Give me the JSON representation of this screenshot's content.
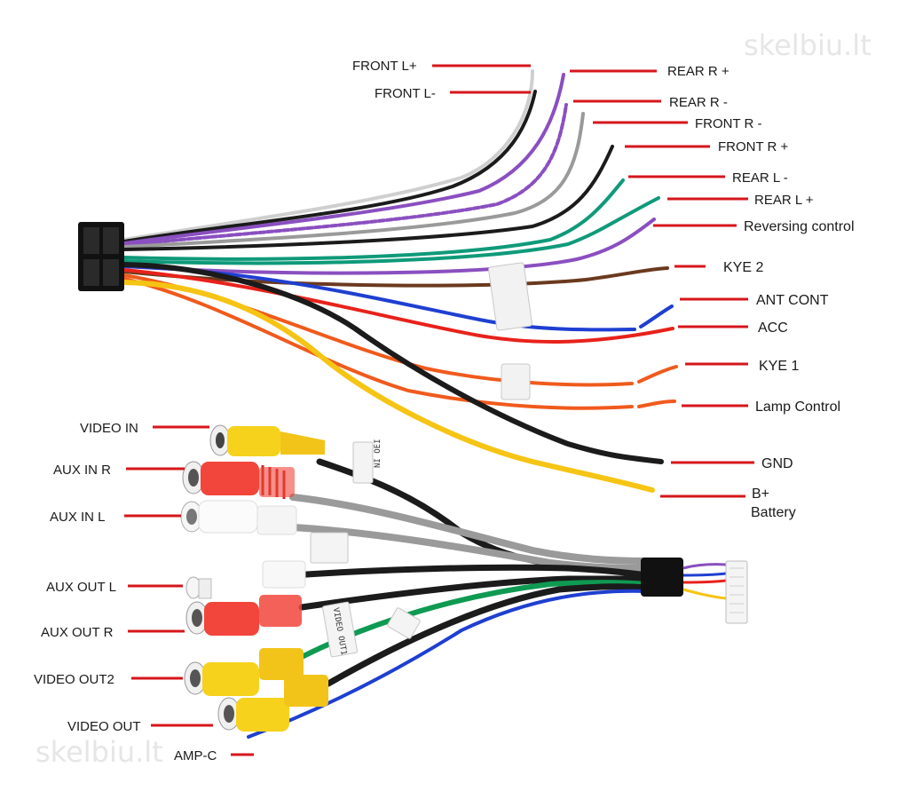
{
  "watermark": "skelbiu.lt",
  "colors": {
    "leader": "#d6161b",
    "red": "#e8221b",
    "yellow": "#f6c414",
    "black": "#1b1b1b",
    "blue": "#1f3fd1",
    "orange": "#f05a1c",
    "brown": "#6b3a1e",
    "purple": "#8a4fc0",
    "green": "#0f9a7a",
    "grey": "#8c8c8c",
    "white": "#e9e9e9"
  },
  "labels_right": [
    {
      "id": "front-l-plus",
      "text": "FRONT L+"
    },
    {
      "id": "front-l-minus",
      "text": "FRONT L-"
    },
    {
      "id": "rear-r-plus",
      "text": "REAR R +"
    },
    {
      "id": "rear-r-minus",
      "text": "REAR R -"
    },
    {
      "id": "front-r-minus",
      "text": "FRONT R -"
    },
    {
      "id": "front-r-plus",
      "text": "FRONT R +"
    },
    {
      "id": "rear-l-minus",
      "text": "REAR L -"
    },
    {
      "id": "rear-l-plus",
      "text": "REAR L +"
    },
    {
      "id": "reversing-control",
      "text": "Reversing control"
    },
    {
      "id": "kye-2",
      "text": "KYE 2"
    },
    {
      "id": "ant-cont",
      "text": "ANT CONT"
    },
    {
      "id": "acc",
      "text": "ACC"
    },
    {
      "id": "kye-1",
      "text": "KYE 1"
    },
    {
      "id": "lamp-control",
      "text": "Lamp Control"
    },
    {
      "id": "gnd",
      "text": "GND"
    },
    {
      "id": "b-plus",
      "text": "B+"
    },
    {
      "id": "battery",
      "text": "Battery"
    }
  ],
  "labels_left": [
    {
      "id": "video-in",
      "text": "VIDEO IN"
    },
    {
      "id": "aux-in-r",
      "text": "AUX IN R"
    },
    {
      "id": "aux-in-l",
      "text": "AUX  IN L"
    },
    {
      "id": "aux-out-l",
      "text": "AUX OUT L"
    },
    {
      "id": "aux-out-r",
      "text": "AUX OUT R"
    },
    {
      "id": "video-out2",
      "text": "VIDEO OUT2"
    },
    {
      "id": "video-out",
      "text": "VIDEO OUT"
    },
    {
      "id": "amp-c",
      "text": "AMP-C"
    }
  ],
  "tags": {
    "video_in_tag": "NI OEI",
    "video_out_tag": "VIDEO OUT1"
  }
}
